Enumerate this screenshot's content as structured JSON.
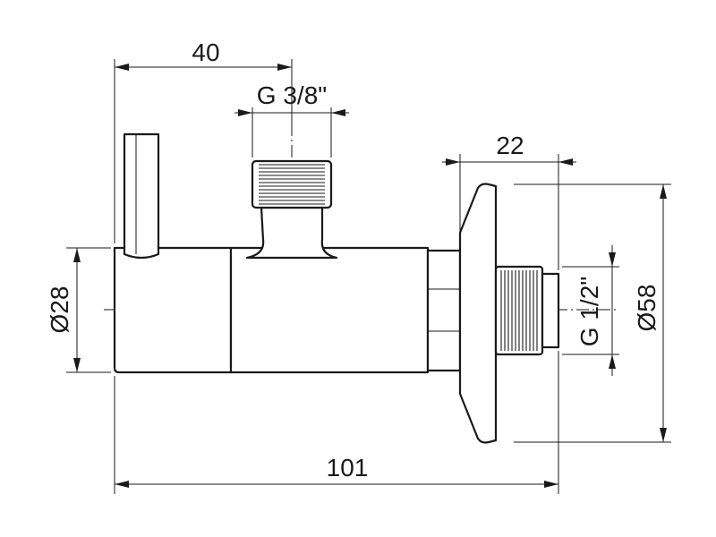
{
  "dimensions": {
    "overall_height": "40",
    "top_thread": "G 3/8\"",
    "flange_depth": "22",
    "body_diameter": "Ø28",
    "overall_length": "101",
    "side_thread": "G 1/2\"",
    "flange_diameter": "Ø58"
  },
  "colors": {
    "line": "#1a1a1a",
    "background": "#ffffff"
  }
}
